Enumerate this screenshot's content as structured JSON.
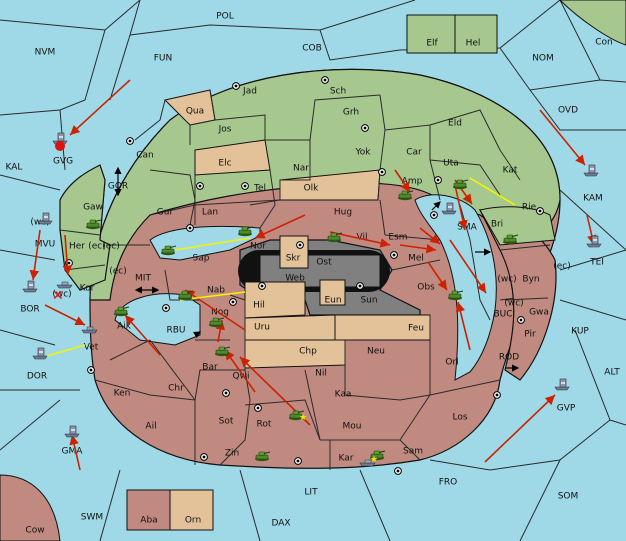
{
  "colors": {
    "sea": "#9fd9e8",
    "green": "#a6c88e",
    "red": "#c08a80",
    "tan": "#e3c29a",
    "gray": "#7f7f7f",
    "black": "#111111",
    "order_move": "#cc2200",
    "order_support": "#f4f400"
  },
  "provinces": {
    "pol": "POL",
    "nvm": "NVM",
    "fun": "FUN",
    "cob": "COB",
    "elf": "Elf",
    "hel": "Hel",
    "con": "Con",
    "nom": "NOM",
    "ovd": "OVD",
    "kal": "KAL",
    "gvg": "GVG",
    "kam": "KAM",
    "tei": "TEI",
    "gor": "GOR",
    "mvu": "MVU",
    "wc1": "(wc)",
    "ec1": "(ec)",
    "bor": "BOR",
    "wc2": "(wc)",
    "dor": "DOR",
    "mit": "MIT",
    "rbu": "RBU",
    "buc": "BUC",
    "kup": "KUP",
    "rod": "ROD",
    "alt": "ALT",
    "gvp": "GVP",
    "gma": "GMA",
    "swm": "SWM",
    "cow": "Cow",
    "aba": "Aba",
    "orn": "Orn",
    "dax": "DAX",
    "lit": "LIT",
    "fro": "FRO",
    "som": "SOM",
    "jad": "Jad",
    "sch": "Sch",
    "qua": "Qua",
    "jos": "Jos",
    "grh": "Grh",
    "eld": "Eld",
    "can": "Can",
    "elc": "Elc",
    "nar": "Nar",
    "yok": "Yok",
    "car": "Car",
    "uta": "Uta",
    "kat": "Kat",
    "gaw": "Gaw",
    "gur": "Gur",
    "tel": "Tel",
    "olk": "Olk",
    "amp": "Amp",
    "lan": "Lan",
    "hug": "Hug",
    "sma": "SMA",
    "rie": "Rie",
    "her": "Her",
    "ec2": "(ec)",
    "bri": "Bri",
    "nor": "Nor",
    "sap": "Sap",
    "skr": "Skr",
    "ost": "Ost",
    "vil": "Vil",
    "esm": "Esm",
    "kor": "Kor",
    "ec3": "(ec)",
    "web": "Web",
    "mel": "Mel",
    "byn": "Byn",
    "ec4": "(ec)",
    "wc3": "(wc)",
    "nab": "Nab",
    "hil": "Hil",
    "eun": "Eun",
    "sun": "Sun",
    "obs": "Obs",
    "gwa": "Gwa",
    "wc4": "(wc)",
    "aik": "Aik",
    "nog": "Nog",
    "uru": "Uru",
    "feu": "Feu",
    "pir": "Pir",
    "vet": "Vet",
    "bar": "Bar",
    "chp": "Chp",
    "neu": "Neu",
    "orl": "Orl",
    "qwi": "Qwi",
    "nil": "Nil",
    "ken": "Ken",
    "chr": "Chr",
    "kaa": "Kaa",
    "los": "Los",
    "ail": "Ail",
    "sot": "Sot",
    "rot": "Rot",
    "mou": "Mou",
    "sam": "Sam",
    "zin": "Zin",
    "kar": "Kar"
  }
}
